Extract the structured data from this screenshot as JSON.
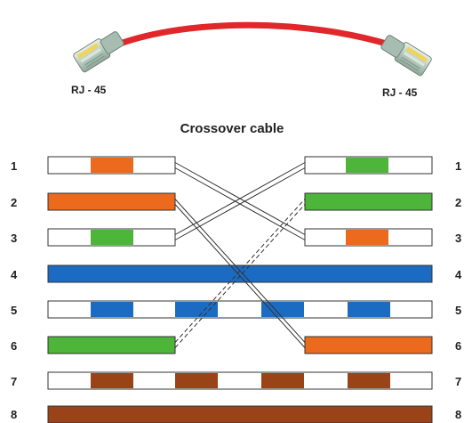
{
  "cable": {
    "left_connector_label": "RJ - 45",
    "right_connector_label": "RJ - 45",
    "cable_color": "#e0282b"
  },
  "diagram": {
    "title": "Crossover cable",
    "pin_labels_left": [
      "1",
      "2",
      "3",
      "4",
      "5",
      "6",
      "7",
      "8"
    ],
    "pin_labels_right": [
      "1",
      "2",
      "3",
      "4",
      "5",
      "6",
      "7",
      "8"
    ],
    "colors": {
      "orange": "#ec6a1e",
      "green": "#4db63a",
      "blue": "#1c6bc2",
      "brown": "#9a4218"
    },
    "left_wires": [
      {
        "pin": 1,
        "color": "orange",
        "pattern": "stripe"
      },
      {
        "pin": 2,
        "color": "orange",
        "pattern": "solid"
      },
      {
        "pin": 3,
        "color": "green",
        "pattern": "stripe"
      },
      {
        "pin": 4,
        "color": "blue",
        "pattern": "solid"
      },
      {
        "pin": 5,
        "color": "blue",
        "pattern": "stripe"
      },
      {
        "pin": 6,
        "color": "green",
        "pattern": "solid"
      },
      {
        "pin": 7,
        "color": "brown",
        "pattern": "stripe"
      },
      {
        "pin": 8,
        "color": "brown",
        "pattern": "solid"
      }
    ],
    "right_wires": [
      {
        "pin": 1,
        "color": "green",
        "pattern": "stripe"
      },
      {
        "pin": 2,
        "color": "green",
        "pattern": "solid"
      },
      {
        "pin": 3,
        "color": "orange",
        "pattern": "stripe"
      },
      {
        "pin": 4,
        "color": "blue",
        "pattern": "solid"
      },
      {
        "pin": 5,
        "color": "blue",
        "pattern": "stripe"
      },
      {
        "pin": 6,
        "color": "orange",
        "pattern": "solid"
      },
      {
        "pin": 7,
        "color": "brown",
        "pattern": "stripe"
      },
      {
        "pin": 8,
        "color": "brown",
        "pattern": "solid"
      }
    ],
    "crossings": [
      {
        "from_left_pin": 1,
        "to_right_pin": 3,
        "style": "solid"
      },
      {
        "from_left_pin": 2,
        "to_right_pin": 6,
        "style": "solid"
      },
      {
        "from_left_pin": 3,
        "to_right_pin": 1,
        "style": "solid"
      },
      {
        "from_left_pin": 6,
        "to_right_pin": 2,
        "style": "dashed"
      }
    ]
  }
}
